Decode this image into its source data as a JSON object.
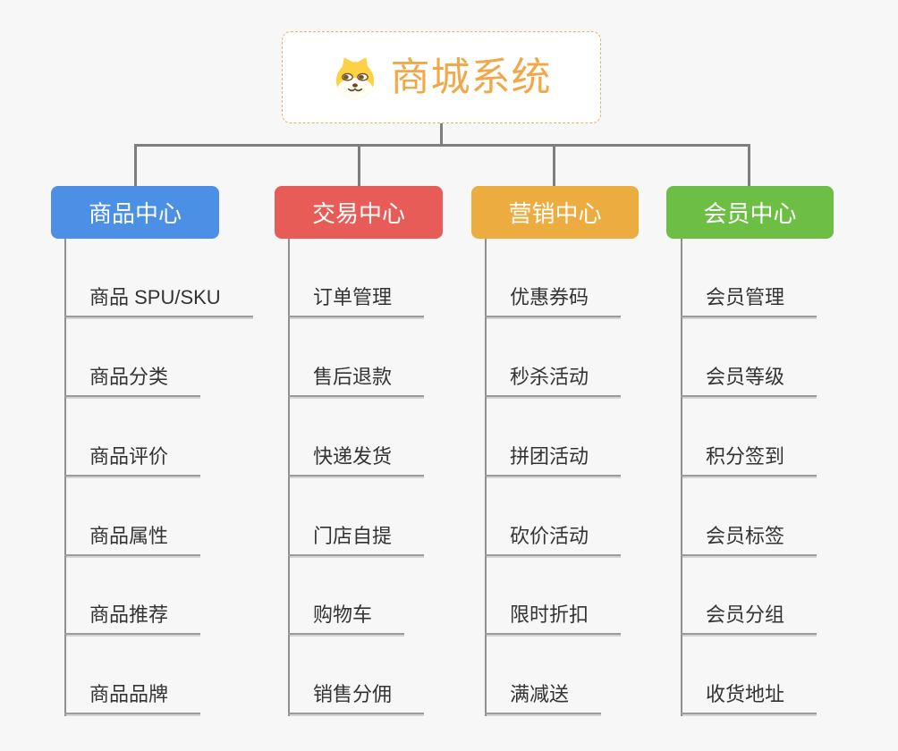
{
  "root": {
    "title": "商城系统",
    "title_color": "#f0a848",
    "border_color": "#e9af62",
    "icon": "dog-face-icon"
  },
  "colors": {
    "background": "#f7f7f7",
    "connector": "#7e7e7e",
    "leaf_line": "#9b9b9b",
    "leaf_text": "#333333"
  },
  "branches": [
    {
      "label": "商品中心",
      "color": "#4b90e5",
      "items": [
        "商品 SPU/SKU",
        "商品分类",
        "商品评价",
        "商品属性",
        "商品推荐",
        "商品品牌"
      ]
    },
    {
      "label": "交易中心",
      "color": "#e75c57",
      "items": [
        "订单管理",
        "售后退款",
        "快递发货",
        "门店自提",
        "购物车",
        "销售分佣"
      ]
    },
    {
      "label": "营销中心",
      "color": "#edac3f",
      "items": [
        "优惠券码",
        "秒杀活动",
        "拼团活动",
        "砍价活动",
        "限时折扣",
        "满减送"
      ]
    },
    {
      "label": "会员中心",
      "color": "#6cbe45",
      "items": [
        "会员管理",
        "会员等级",
        "积分签到",
        "会员标签",
        "会员分组",
        "收货地址"
      ]
    }
  ]
}
